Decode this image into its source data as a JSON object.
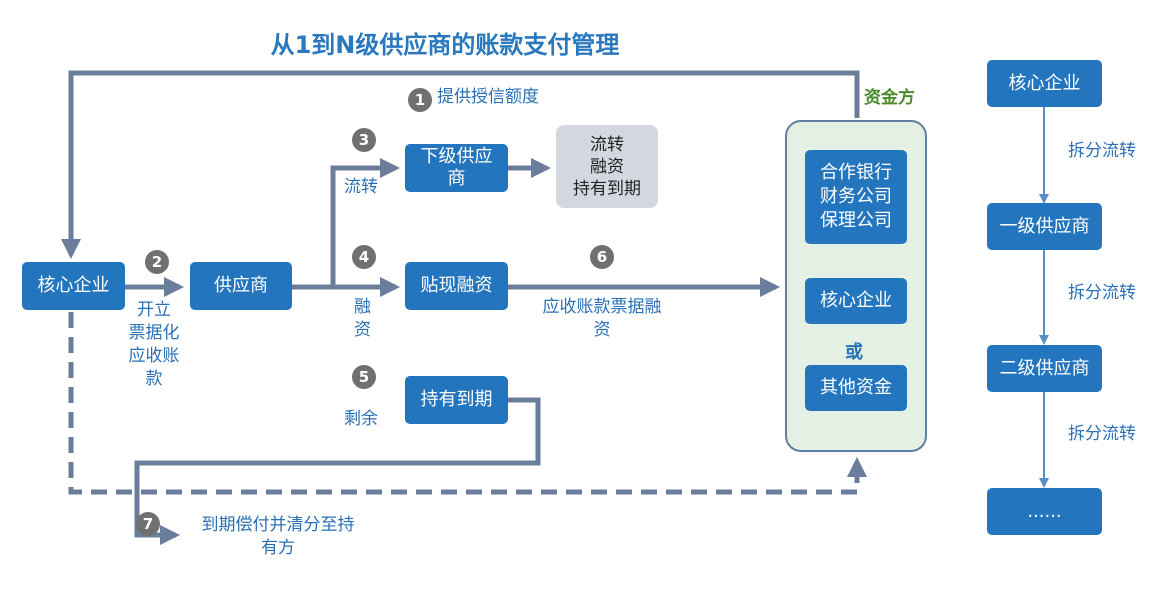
{
  "title": "从1到N级供应商的账款支付管理",
  "steps": {
    "s1": {
      "num": "1",
      "label": "提供授信额度"
    },
    "s2": {
      "num": "2",
      "label": "开立\n票据化\n应收账\n款"
    },
    "s3": {
      "num": "3",
      "label": "流转"
    },
    "s4": {
      "num": "4",
      "label": "融\n资"
    },
    "s5": {
      "num": "5",
      "label": "剩余"
    },
    "s6": {
      "num": "6",
      "label": "应收账款票据融\n资"
    },
    "s7": {
      "num": "7",
      "label": "到期偿付并清分至持\n有方"
    }
  },
  "nodes": {
    "core_enterprise": "核心企业",
    "supplier": "供应商",
    "lower_supplier": "下级供应\n商",
    "circulation_result": "流转\n融资\n持有到期",
    "discount_financing": "贴现融资",
    "hold_to_maturity": "持有到期"
  },
  "funder": {
    "label": "资金方",
    "institutions": "合作银行\n财务公司\n保理公司",
    "core": "核心企业",
    "or": "或",
    "other": "其他资金"
  },
  "chain": {
    "items": [
      "核心企业",
      "一级供应商",
      "二级供应商",
      "......"
    ],
    "split_label": "拆分流转"
  },
  "colors": {
    "box_blue": "#2376bd",
    "line_grey": "#6a7e9b",
    "title_blue": "#2a78be",
    "funder_green": "#4c8a2c",
    "panel_fill": "#e5f0e4"
  }
}
